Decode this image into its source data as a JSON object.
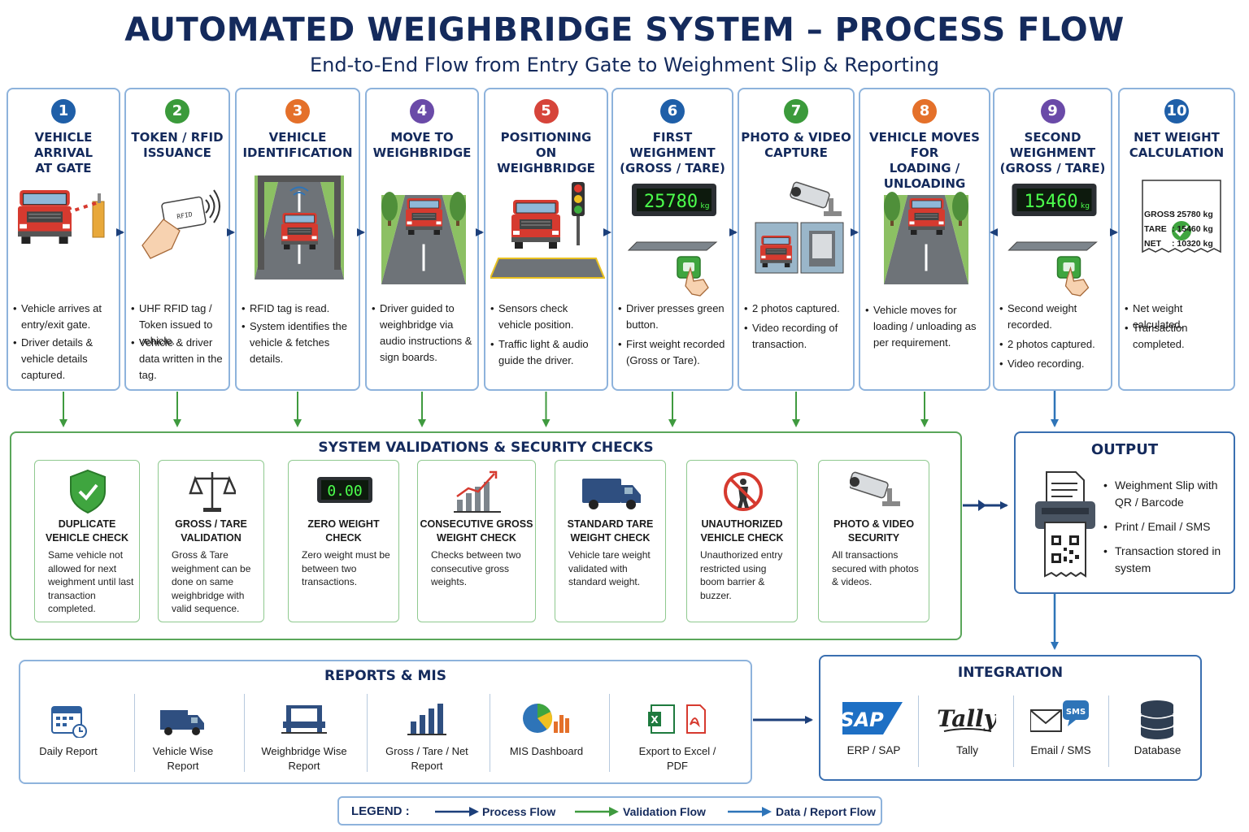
{
  "title": "AUTOMATED WEIGHBRIDGE SYSTEM – PROCESS FLOW",
  "subtitle": "End-to-End Flow from Entry Gate to Weighment Slip & Reporting",
  "colors": {
    "navy": "#142a5c",
    "process_flow": "#1c3f7a",
    "validation_flow": "#3f9a3f",
    "data_flow": "#2e74b8"
  },
  "steps": [
    {
      "number": "1",
      "title": "VEHICLE ARRIVAL\nAT GATE",
      "color": "#1f5fa8",
      "points": [
        "Vehicle arrives at entry/exit gate.",
        "Driver details & vehicle details captured."
      ],
      "display": "",
      "icon": "truck-boom-barrier-icon"
    },
    {
      "number": "2",
      "title": "TOKEN / RFID\nISSUANCE",
      "color": "#3b9a3b",
      "points": [
        "UHF RFID tag / Token issued to vehicle.",
        "Vehicle & driver data written in the tag."
      ],
      "display": "",
      "icon": "rfid-card-hand-icon"
    },
    {
      "number": "3",
      "title": "VEHICLE IDENTIFICATION",
      "color": "#e4702a",
      "points": [
        "RFID tag is read.",
        "System identifies the vehicle & fetches details."
      ],
      "display": "",
      "icon": "rfid-reader-gantry-icon"
    },
    {
      "number": "4",
      "title": "MOVE TO\nWEIGHBRIDGE",
      "color": "#6a4aa8",
      "points": [
        "Driver guided to weighbridge via audio instructions & sign boards."
      ],
      "display": "",
      "icon": "truck-on-road-icon"
    },
    {
      "number": "5",
      "title": "POSITIONING\nON WEIGHBRIDGE",
      "color": "#d6443a",
      "points": [
        "Sensors check vehicle position.",
        "Traffic light & audio guide the driver."
      ],
      "display": "",
      "icon": "traffic-light-icon"
    },
    {
      "number": "6",
      "title": "FIRST WEIGHMENT\n(GROSS / TARE)",
      "color": "#1f5fa8",
      "points": [
        "Driver presses green button.",
        "First weight recorded (Gross or Tare)."
      ],
      "display": "25780",
      "unit": "kg",
      "icon": "weight-display-icon"
    },
    {
      "number": "7",
      "title": "PHOTO & VIDEO\nCAPTURE",
      "color": "#3b9a3b",
      "points": [
        "2 photos captured.",
        "Video recording of transaction."
      ],
      "display": "",
      "icon": "cctv-camera-icon"
    },
    {
      "number": "8",
      "title": "VEHICLE MOVES FOR\nLOADING / UNLOADING",
      "color": "#e4702a",
      "points": [
        "Vehicle moves for loading / unloading as per requirement."
      ],
      "display": "",
      "icon": "truck-on-road-icon"
    },
    {
      "number": "9",
      "title": "SECOND WEIGHMENT\n(GROSS / TARE)",
      "color": "#6a4aa8",
      "points": [
        "Second weight recorded.",
        "2 photos captured.",
        "Video recording."
      ],
      "display": "15460",
      "unit": "kg",
      "icon": "weight-display-icon"
    },
    {
      "number": "10",
      "title": "NET WEIGHT\nCALCULATION",
      "color": "#1f5fa8",
      "points": [
        "Net weight calculated.",
        "Transaction completed."
      ],
      "receipt": [
        {
          "label": "GROSS",
          "value": ": 25780 kg"
        },
        {
          "label": "TARE",
          "value": ": 15460 kg"
        },
        {
          "label": "NET",
          "value": ": 10320 kg"
        }
      ],
      "icon": "receipt-check-icon"
    }
  ],
  "validations": {
    "title": "SYSTEM VALIDATIONS & SECURITY CHECKS",
    "zero_display": "0.00",
    "items": [
      {
        "title": "DUPLICATE\nVEHICLE CHECK",
        "desc": "Same vehicle not allowed for next weighment until last transaction completed.",
        "icon": "shield-check-icon"
      },
      {
        "title": "GROSS / TARE\nVALIDATION",
        "desc": "Gross & Tare weighment can be done on same weighbridge with valid sequence.",
        "icon": "balance-scale-icon"
      },
      {
        "title": "ZERO WEIGHT\nCHECK",
        "desc": "Zero weight must be between two transactions.",
        "icon": "zero-display-icon"
      },
      {
        "title": "CONSECUTIVE GROSS\nWEIGHT CHECK",
        "desc": "Checks between two consecutive gross weights.",
        "icon": "rising-chart-icon"
      },
      {
        "title": "STANDARD TARE\nWEIGHT CHECK",
        "desc": "Vehicle tare weight validated with standard weight.",
        "icon": "truck-icon"
      },
      {
        "title": "UNAUTHORIZED\nVEHICLE CHECK",
        "desc": "Unauthorized entry restricted using boom barrier & buzzer.",
        "icon": "no-entry-icon"
      },
      {
        "title": "PHOTO & VIDEO\nSECURITY",
        "desc": "All transactions secured with photos & videos.",
        "icon": "cctv-camera-icon"
      }
    ]
  },
  "output": {
    "title": "OUTPUT",
    "items": [
      "Weighment Slip with QR / Barcode",
      "Print / Email / SMS",
      "Transaction stored in system"
    ],
    "icon": "printer-qr-icon"
  },
  "reports": {
    "title": "REPORTS & MIS",
    "items": [
      {
        "label": "Daily Report",
        "icon": "calendar-icon"
      },
      {
        "label": "Vehicle Wise\nReport",
        "icon": "truck-icon"
      },
      {
        "label": "Weighbridge Wise\nReport",
        "icon": "weighbridge-icon"
      },
      {
        "label": "Gross / Tare / Net\nReport",
        "icon": "bar-chart-icon"
      },
      {
        "label": "MIS Dashboard",
        "icon": "pie-chart-icon"
      },
      {
        "label": "Export to Excel /\nPDF",
        "icon": "excel-pdf-icon"
      }
    ]
  },
  "integration": {
    "title": "INTEGRATION",
    "items": [
      {
        "label": "ERP / SAP",
        "logo": "SAP",
        "icon": "sap-logo-icon"
      },
      {
        "label": "Tally",
        "logo": "Tally",
        "icon": "tally-logo-icon"
      },
      {
        "label": "Email / SMS",
        "logo": "SMS",
        "icon": "email-sms-icon"
      },
      {
        "label": "Database",
        "icon": "database-icon"
      }
    ]
  },
  "legend": {
    "label": "LEGEND :",
    "items": [
      {
        "label": "Process Flow",
        "color": "#1c3f7a"
      },
      {
        "label": "Validation Flow",
        "color": "#3f9a3f"
      },
      {
        "label": "Data / Report Flow",
        "color": "#2e74b8"
      }
    ]
  }
}
